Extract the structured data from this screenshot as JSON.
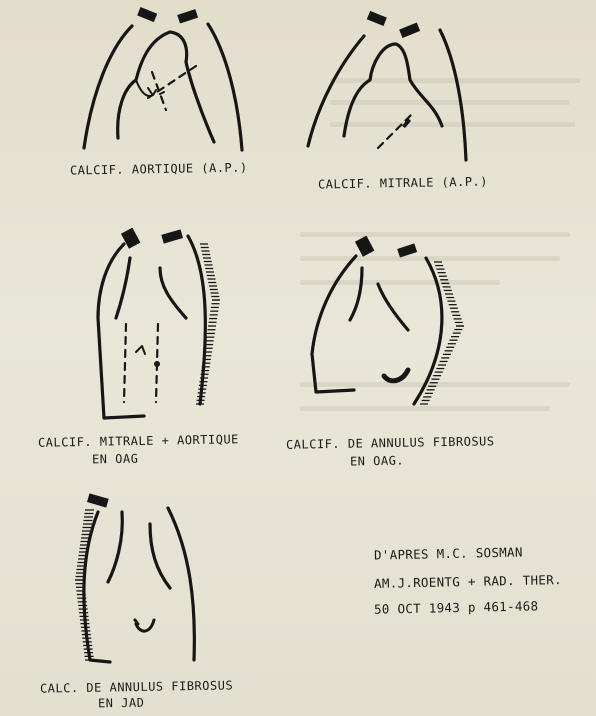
{
  "panels": [
    {
      "caption_lines": [
        "CALCIF. AORTIQUE (A.P.)"
      ]
    },
    {
      "caption_lines": [
        "CALCIF. MITRALE (A.P.)"
      ]
    },
    {
      "caption_lines": [
        "CALCIF. MITRALE + AORTIQUE",
        "EN OAG"
      ]
    },
    {
      "caption_lines": [
        "CALCIF. DE ANNULUS FIBROSUS",
        "EN OAG."
      ]
    },
    {
      "caption_lines": [
        "CALC. DE ANNULUS FIBROSUS",
        "EN JAD"
      ]
    }
  ],
  "reference": {
    "line1": "D'APRES M.C. SOSMAN",
    "line2": "AM.J.ROENTG + RAD. THER.",
    "line3": "50 OCT 1943 p 461-468"
  },
  "colors": {
    "paper": "#e6e2d2",
    "ink": "#161616"
  }
}
